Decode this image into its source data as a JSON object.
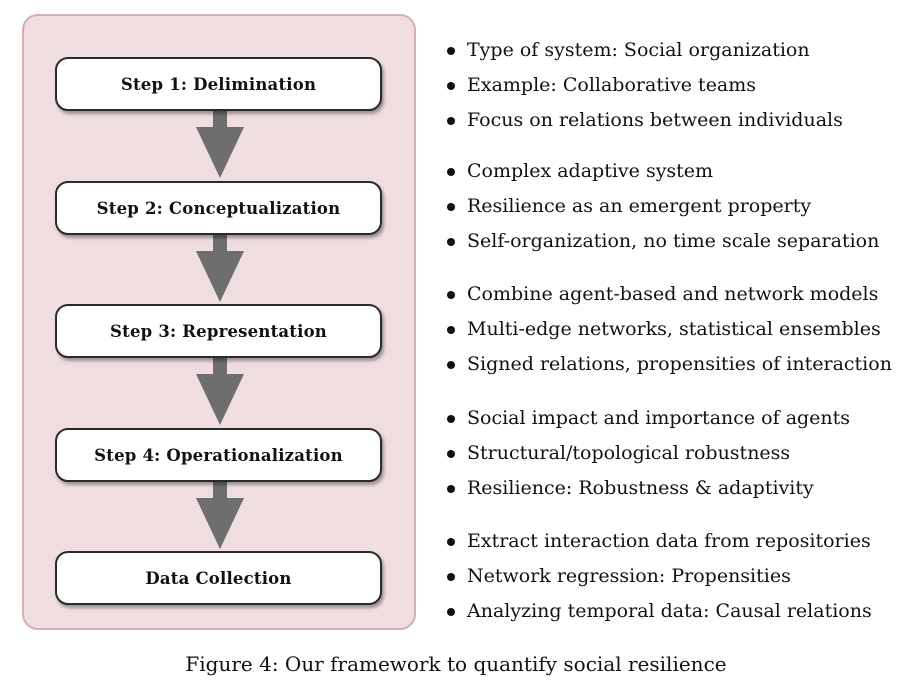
{
  "figure": {
    "caption": "Figure 4: Our framework to quantify social resilience",
    "colors": {
      "panel_fill": "#f0dde0",
      "panel_border": "#d2b0b6",
      "arrow": "#6e6e6e",
      "box_border": "#2a2a2a"
    }
  },
  "steps": [
    {
      "label": "Step 1: Delimination"
    },
    {
      "label": "Step 2: Conceptualization"
    },
    {
      "label": "Step 3: Representation"
    },
    {
      "label": "Step 4: Operationalization"
    },
    {
      "label": "Data Collection"
    }
  ],
  "bullet_groups": [
    {
      "items": [
        "Type of system: Social organization",
        "Example: Collaborative teams",
        "Focus on relations between individuals"
      ]
    },
    {
      "items": [
        "Complex adaptive system",
        "Resilience as an emergent property",
        "Self-organization, no time scale separation"
      ]
    },
    {
      "items": [
        "Combine agent-based and network models",
        "Multi-edge networks, statistical ensembles",
        "Signed relations, propensities of interaction"
      ]
    },
    {
      "items": [
        "Social impact and importance of agents",
        "Structural/topological robustness",
        "Resilience: Robustness & adaptivity"
      ]
    },
    {
      "items": [
        "Extract interaction data from repositories",
        "Network regression: Propensities",
        "Analyzing temporal data: Causal relations"
      ]
    }
  ]
}
